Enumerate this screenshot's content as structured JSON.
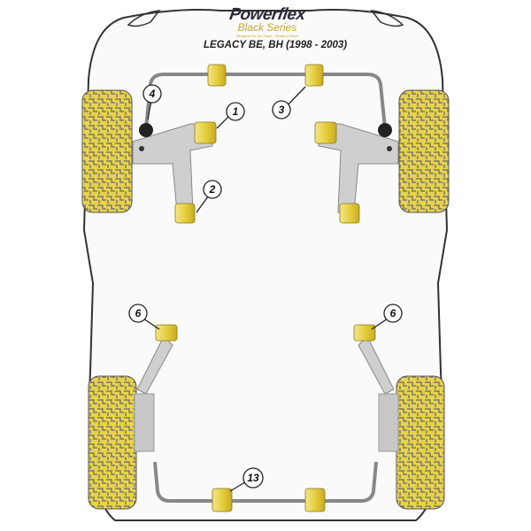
{
  "logo": {
    "brand": "Powerflex",
    "series": "Black Series",
    "tagline": "Designed for the Track - Ready to Race"
  },
  "title": "LEGACY BE, BH (1998 - 2003)",
  "callouts": [
    "1",
    "2",
    "3",
    "4",
    "6",
    "6",
    "13"
  ],
  "colors": {
    "bush": "#e6cf3f",
    "wheel": "#e8d24a",
    "body": "#fafafa",
    "arm": "#c8c8c8"
  }
}
